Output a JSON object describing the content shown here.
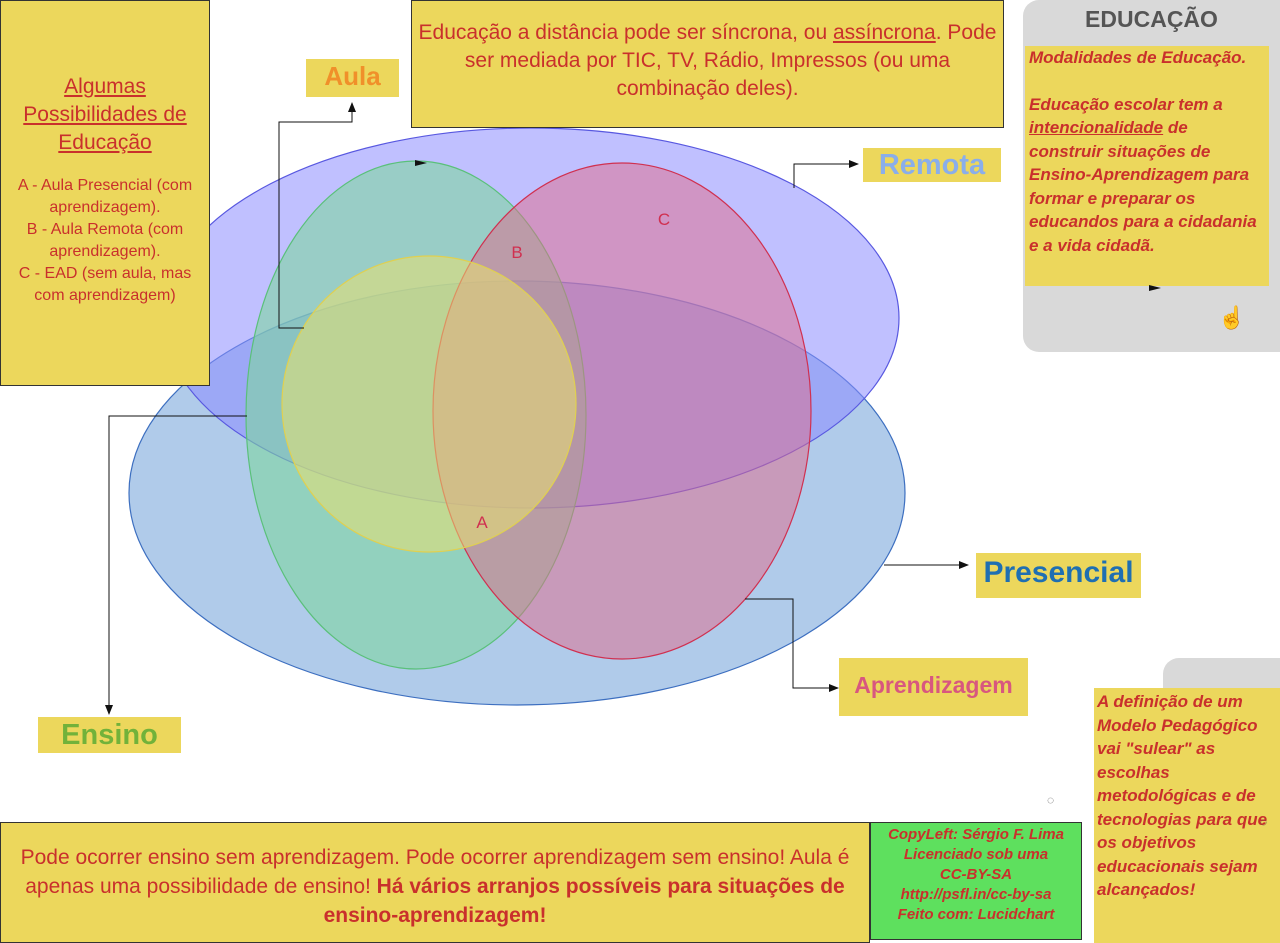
{
  "left_note": {
    "title": "Algumas Possibilidades de Educação",
    "items": [
      "A - Aula Presencial (com aprendizagem).",
      "B - Aula Remota (com aprendizagem).",
      "C - EAD (sem aula, mas com aprendizagem)"
    ]
  },
  "top_note": {
    "line_start": "Educação a distância pode ser síncrona, ou ",
    "underlined": "assíncrona",
    "line_end": ". Pode ser mediada por TIC, TV, Rádio, Impressos (ou uma combinação deles)."
  },
  "right_panel": {
    "title": "EDUCAÇÃO",
    "line1": "Modalidades de Educação.",
    "line2_start": "Educação escolar tem a ",
    "line2_underlined": "intencionalidade",
    "line2_end": " de construir situações de Ensino-Aprendizagem para formar e preparar os educandos para a cidadania e a vida cidadã."
  },
  "right_note2": "A definição de um Modelo Pedagógico vai \"sulear\" as escolhas metodológicas e de tecnologias para que os  objetivos educacionais sejam alcançados!",
  "bottom_note": {
    "plain": "Pode ocorrer ensino sem aprendizagem. Pode ocorrer aprendizagem sem ensino! Aula é apenas uma possibilidade de ensino! ",
    "bold": "Há vários arranjos possíveis para situações de ensino-aprendizagem!"
  },
  "copyleft": [
    "CopyLeft: Sérgio F. Lima",
    "Licenciado sob uma",
    "CC-BY-SA",
    "http://psfl.in/cc-by-sa",
    "Feito com: Lucidchart"
  ],
  "labels": {
    "aula": "Aula",
    "remota": "Remota",
    "presencial": "Presencial",
    "aprendizagem": "Aprendizagem",
    "ensino": "Ensino"
  },
  "region_labels": {
    "a": "A",
    "b": "B",
    "c": "C"
  },
  "colors": {
    "note_yellow": "#ecd75c",
    "text_red": "#c9302c",
    "remota_fill": "#8c8cff",
    "presencial_fill": "#6fa0d8",
    "ensino_fill": "#7fd6a0",
    "aprendizagem_fill": "#e06a8a",
    "aula_fill": "#e8e070",
    "copyleft_green": "#5ee05e"
  }
}
